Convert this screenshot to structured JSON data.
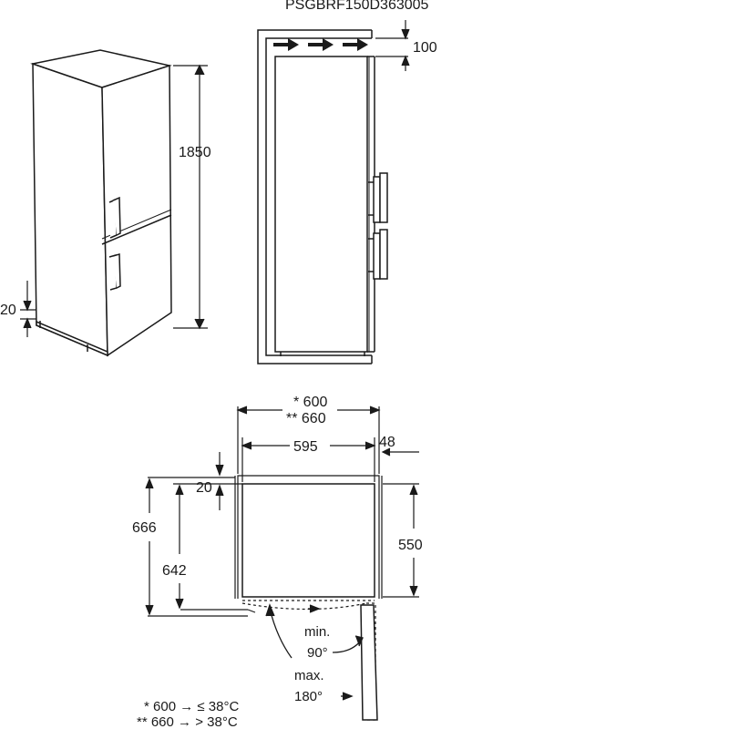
{
  "model_code": "PSGBRF150D363005",
  "side_view": {
    "height": "1850",
    "plinth": "20"
  },
  "install_view": {
    "top_clearance": "100"
  },
  "plan_view": {
    "niche_width_a": "* 600",
    "niche_width_b": "** 660",
    "width": "595",
    "side_gap": "48",
    "back_gap": "20",
    "depth_total": "666",
    "depth_body": "642",
    "depth_cabinet": "550",
    "door_min_label": "min.",
    "door_min_angle": "90°",
    "door_max_label": "max.",
    "door_max_angle": "180°"
  },
  "footnotes": {
    "note_a": "* 600 → ≤ 38°C",
    "note_b": "** 660 → > 38°C"
  }
}
